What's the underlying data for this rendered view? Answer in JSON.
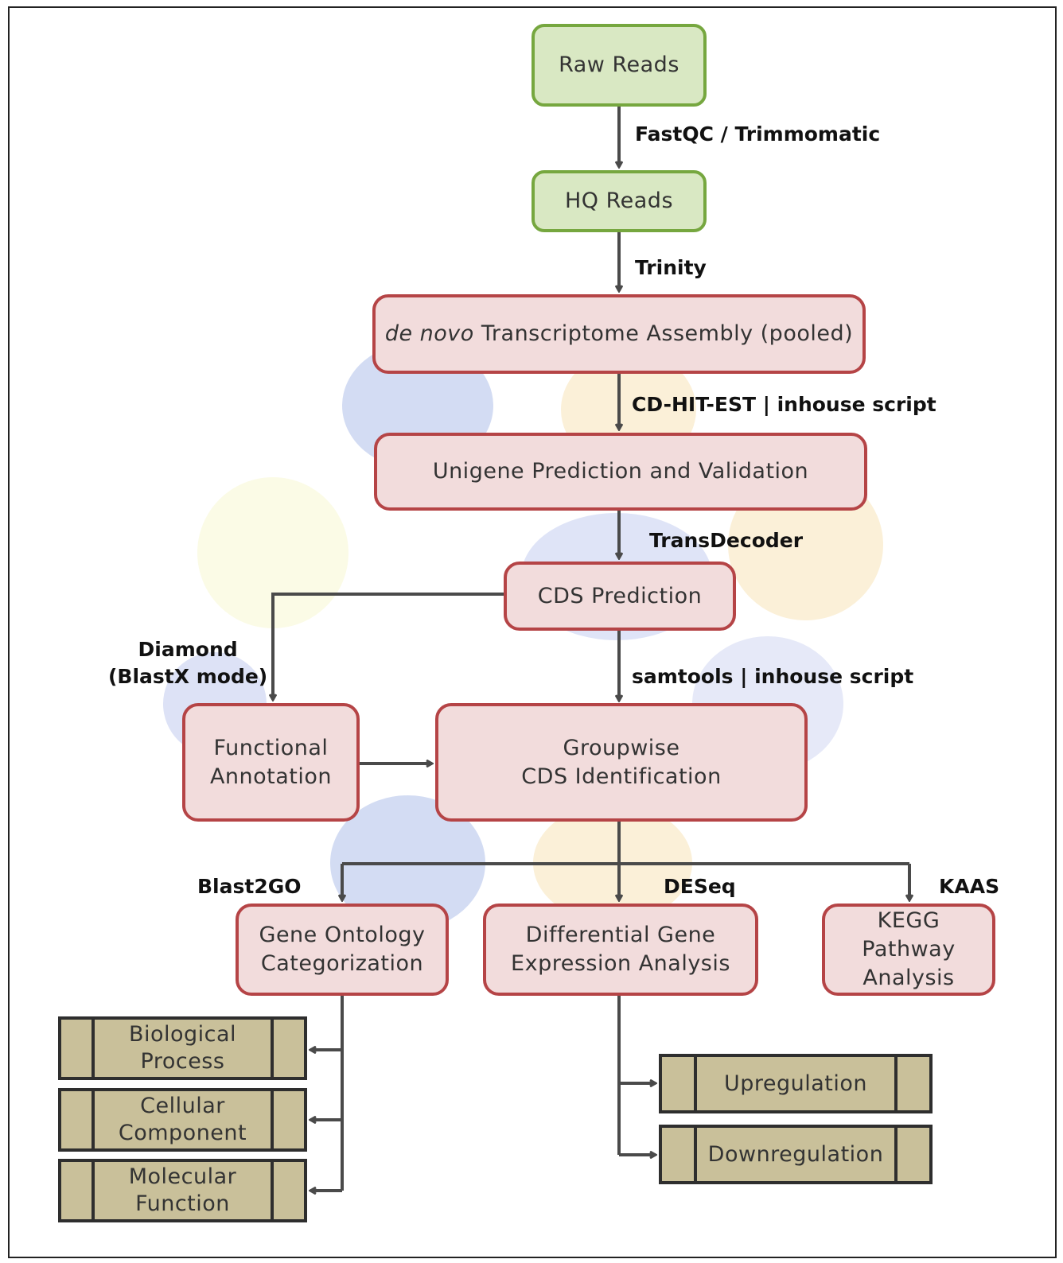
{
  "nodes": {
    "raw_reads": "Raw Reads",
    "hq_reads": "HQ Reads",
    "assembly_italic": "de novo",
    "assembly_rest": " Transcriptome Assembly (pooled)",
    "unigene": "Unigene Prediction and Validation",
    "cds_prediction": "CDS Prediction",
    "functional_1": "Functional",
    "functional_2": "Annotation",
    "groupwise_1": "Groupwise",
    "groupwise_2": "CDS Identification",
    "go_1": "Gene Ontology",
    "go_2": "Categorization",
    "dge_1": "Differential Gene",
    "dge_2": "Expression Analysis",
    "kegg_1": "KEGG",
    "kegg_2": "Pathway",
    "kegg_3": "Analysis",
    "bio_1": "Biological",
    "bio_2": "Process",
    "cell_1": "Cellular",
    "cell_2": "Component",
    "mol_1": "Molecular",
    "mol_2": "Function",
    "upregulation": "Upregulation",
    "downregulation": "Downregulation"
  },
  "edges": {
    "fastqc": "FastQC / Trimmomatic",
    "trinity": "Trinity",
    "cdhit": "CD-HIT-EST | inhouse script",
    "transdecoder": "TransDecoder",
    "diamond_1": "Diamond",
    "diamond_2": "(BlastX mode)",
    "samtools": "samtools | inhouse script",
    "blast2go": "Blast2GO",
    "deseq": "DESeq",
    "kaas": "KAAS"
  },
  "colors": {
    "green_fill": "#d9e8c3",
    "green_border": "#76a73f",
    "pink_fill": "#f2dcdc",
    "pink_border": "#b54446",
    "tan_fill": "#c9c09a",
    "arrow": "#4a4a4a"
  }
}
